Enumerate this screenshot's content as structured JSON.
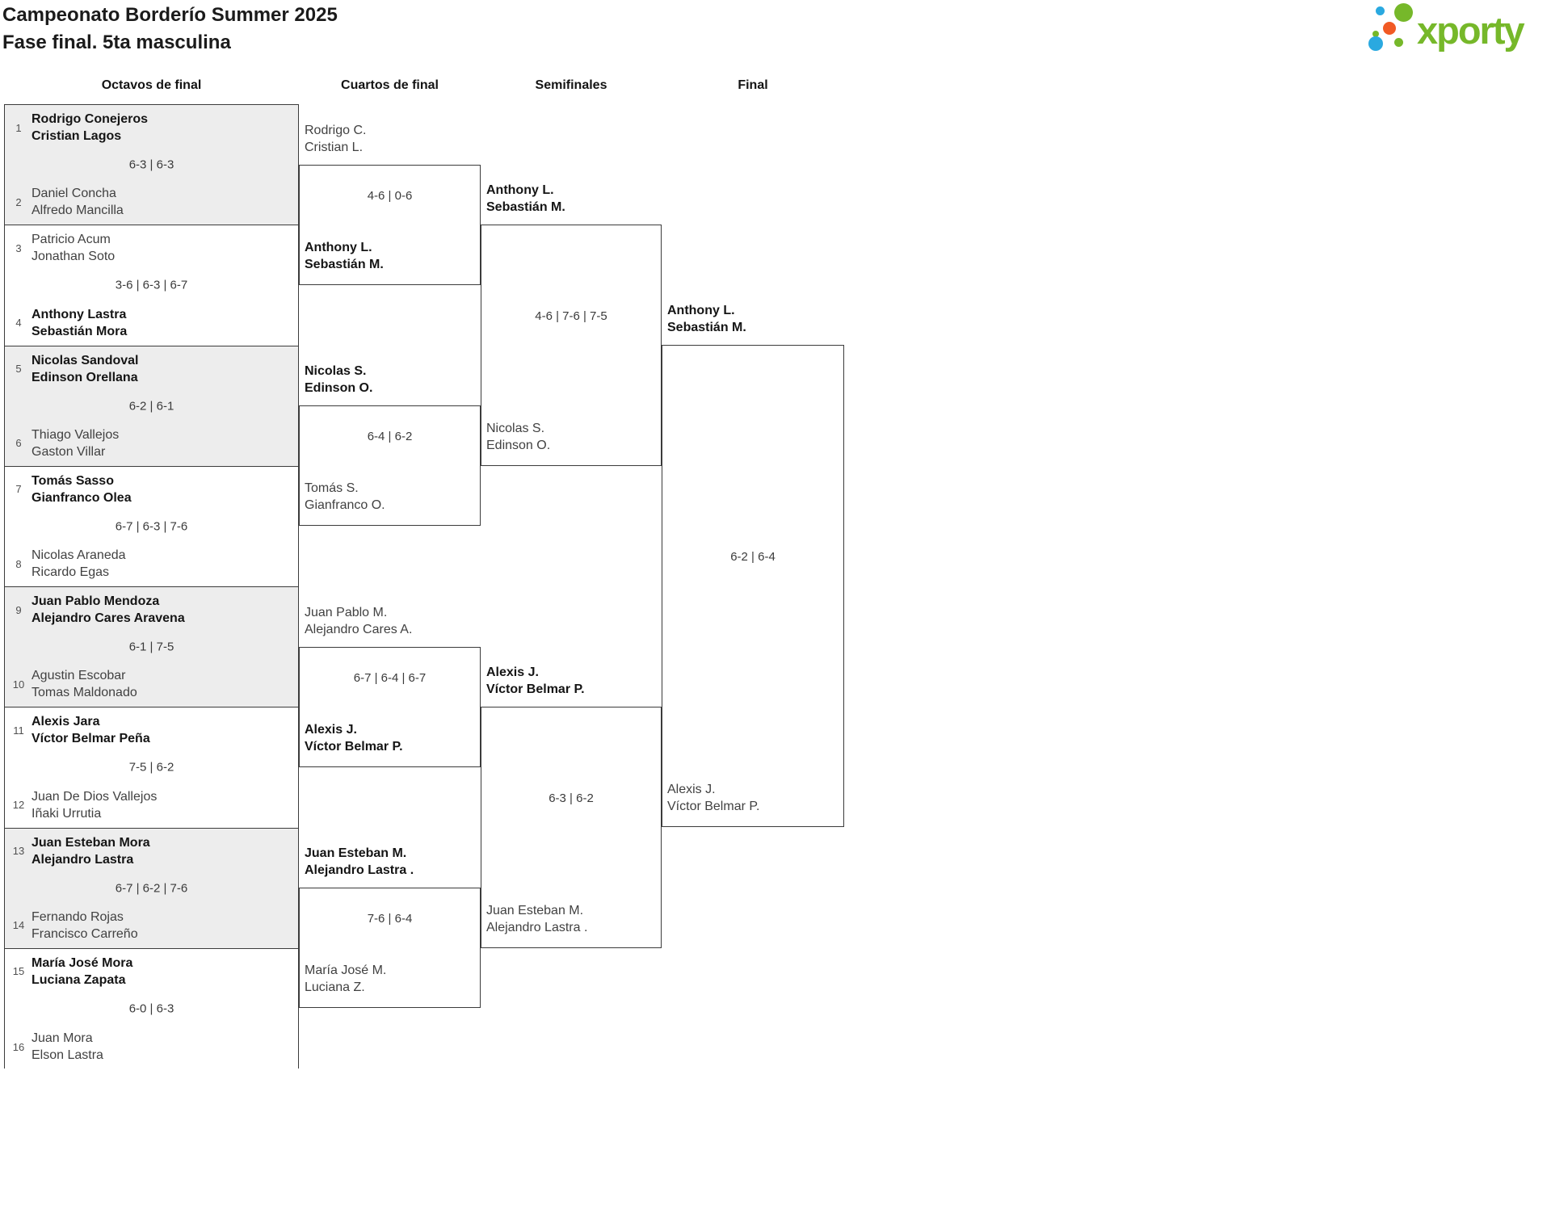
{
  "header": {
    "title_line1": "Campeonato Borderío Summer 2025",
    "title_line2": "Fase final. 5ta masculina",
    "logo_text": "xporty",
    "logo_colors": {
      "green": "#76b82a",
      "blue": "#2aa9e0",
      "orange": "#f15a24"
    }
  },
  "columns": [
    "Octavos de final",
    "Cuartos de final",
    "Semifinales",
    "Final"
  ],
  "bracket": {
    "octavos": [
      {
        "seed_top": "1",
        "team_top": [
          "Rodrigo Conejeros",
          "Cristian Lagos"
        ],
        "top_winner": true,
        "score": "6-3 | 6-3",
        "seed_bottom": "2",
        "team_bottom": [
          "Daniel Concha",
          "Alfredo Mancilla"
        ],
        "bottom_winner": false
      },
      {
        "seed_top": "3",
        "team_top": [
          "Patricio Acum",
          "Jonathan Soto"
        ],
        "top_winner": false,
        "score": "3-6 | 6-3 | 6-7",
        "seed_bottom": "4",
        "team_bottom": [
          "Anthony Lastra",
          "Sebastián Mora"
        ],
        "bottom_winner": true
      },
      {
        "seed_top": "5",
        "team_top": [
          "Nicolas Sandoval",
          "Edinson Orellana"
        ],
        "top_winner": true,
        "score": "6-2 | 6-1",
        "seed_bottom": "6",
        "team_bottom": [
          "Thiago Vallejos",
          "Gaston Villar"
        ],
        "bottom_winner": false
      },
      {
        "seed_top": "7",
        "team_top": [
          "Tomás Sasso",
          "Gianfranco Olea"
        ],
        "top_winner": true,
        "score": "6-7 | 6-3 | 7-6",
        "seed_bottom": "8",
        "team_bottom": [
          "Nicolas Araneda",
          "Ricardo Egas"
        ],
        "bottom_winner": false
      },
      {
        "seed_top": "9",
        "team_top": [
          "Juan Pablo Mendoza",
          "Alejandro Cares Aravena"
        ],
        "top_winner": true,
        "score": "6-1 | 7-5",
        "seed_bottom": "10",
        "team_bottom": [
          "Agustin Escobar",
          "Tomas Maldonado"
        ],
        "bottom_winner": false
      },
      {
        "seed_top": "11",
        "team_top": [
          "Alexis Jara",
          "Víctor Belmar Peña"
        ],
        "top_winner": true,
        "score": "7-5 | 6-2",
        "seed_bottom": "12",
        "team_bottom": [
          "Juan De Dios Vallejos",
          "Iñaki Urrutia"
        ],
        "bottom_winner": false
      },
      {
        "seed_top": "13",
        "team_top": [
          "Juan Esteban Mora",
          "Alejandro Lastra"
        ],
        "top_winner": true,
        "score": "6-7 | 6-2 | 7-6",
        "seed_bottom": "14",
        "team_bottom": [
          "Fernando Rojas",
          "Francisco Carreño"
        ],
        "bottom_winner": false
      },
      {
        "seed_top": "15",
        "team_top": [
          "María José Mora",
          "Luciana Zapata"
        ],
        "top_winner": true,
        "score": "6-0 | 6-3",
        "seed_bottom": "16",
        "team_bottom": [
          "Juan Mora",
          "Elson Lastra"
        ],
        "bottom_winner": false
      }
    ],
    "cuartos": [
      {
        "team_top": [
          "Rodrigo C.",
          "Cristian L."
        ],
        "top_winner": false,
        "score": "4-6 | 0-6",
        "team_bottom": [
          "Anthony L.",
          "Sebastián M."
        ],
        "bottom_winner": true
      },
      {
        "team_top": [
          "Nicolas S.",
          "Edinson O."
        ],
        "top_winner": true,
        "score": "6-4 | 6-2",
        "team_bottom": [
          "Tomás S.",
          "Gianfranco O."
        ],
        "bottom_winner": false
      },
      {
        "team_top": [
          "Juan Pablo M.",
          "Alejandro Cares A."
        ],
        "top_winner": false,
        "score": "6-7 | 6-4 | 6-7",
        "team_bottom": [
          "Alexis J.",
          "Víctor Belmar P."
        ],
        "bottom_winner": true
      },
      {
        "team_top": [
          "Juan Esteban M.",
          "Alejandro Lastra ."
        ],
        "top_winner": true,
        "score": "7-6 | 6-4",
        "team_bottom": [
          "María José M.",
          "Luciana Z."
        ],
        "bottom_winner": false
      }
    ],
    "semifinales": [
      {
        "team_top": [
          "Anthony L.",
          "Sebastián M."
        ],
        "top_winner": true,
        "score": "4-6 | 7-6 | 7-5",
        "team_bottom": [
          "Nicolas S.",
          "Edinson O."
        ],
        "bottom_winner": false
      },
      {
        "team_top": [
          "Alexis J.",
          "Víctor Belmar P."
        ],
        "top_winner": true,
        "score": "6-3 | 6-2",
        "team_bottom": [
          "Juan Esteban M.",
          "Alejandro Lastra ."
        ],
        "bottom_winner": false
      }
    ],
    "final_match": {
      "team_top": [
        "Anthony L.",
        "Sebastián M."
      ],
      "top_winner": true,
      "score": "6-2 | 6-4",
      "team_bottom": [
        "Alexis J.",
        "Víctor Belmar P."
      ],
      "bottom_winner": false
    }
  }
}
